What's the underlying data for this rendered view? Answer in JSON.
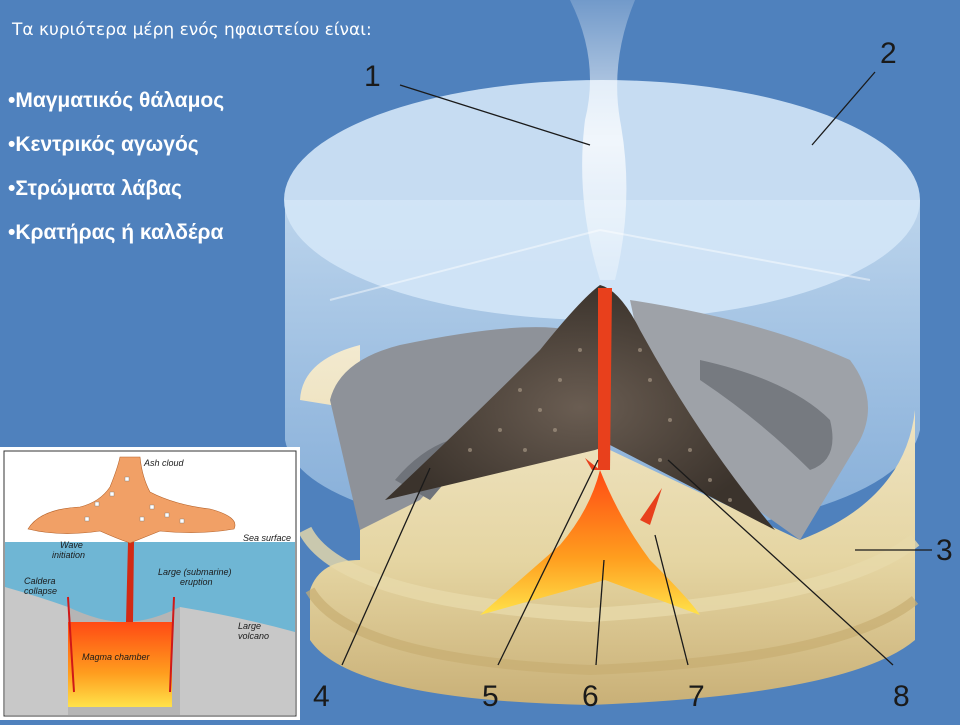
{
  "intro": "Τα κυριότερα μέρη ενός ηφαιστείου είναι:",
  "bullets": [
    "•Μαγματικός θάλαμος",
    "•Κεντρικός αγωγός",
    "•Στρώματα λάβας",
    "•Κρατήρας ή καλδέρα"
  ],
  "callouts": [
    "1",
    "2",
    "3",
    "4",
    "5",
    "6",
    "7",
    "8"
  ],
  "inset": {
    "ash_cloud": "Ash cloud",
    "sea_surface": "Sea surface",
    "wave_initiation_1": "Wave",
    "wave_initiation_2": "initiation",
    "caldera_1": "Caldera",
    "caldera_2": "collapse",
    "eruption_1": "Large (submarine)",
    "eruption_2": "eruption",
    "large_volcano_1": "Large",
    "large_volcano_2": "volcano",
    "magma_chamber": "Magma chamber"
  },
  "colors": {
    "background": "#4f81bd",
    "lava": "#e8401c",
    "sand": "#ecdfae",
    "sky_cylinder": "#c9e1f5"
  }
}
